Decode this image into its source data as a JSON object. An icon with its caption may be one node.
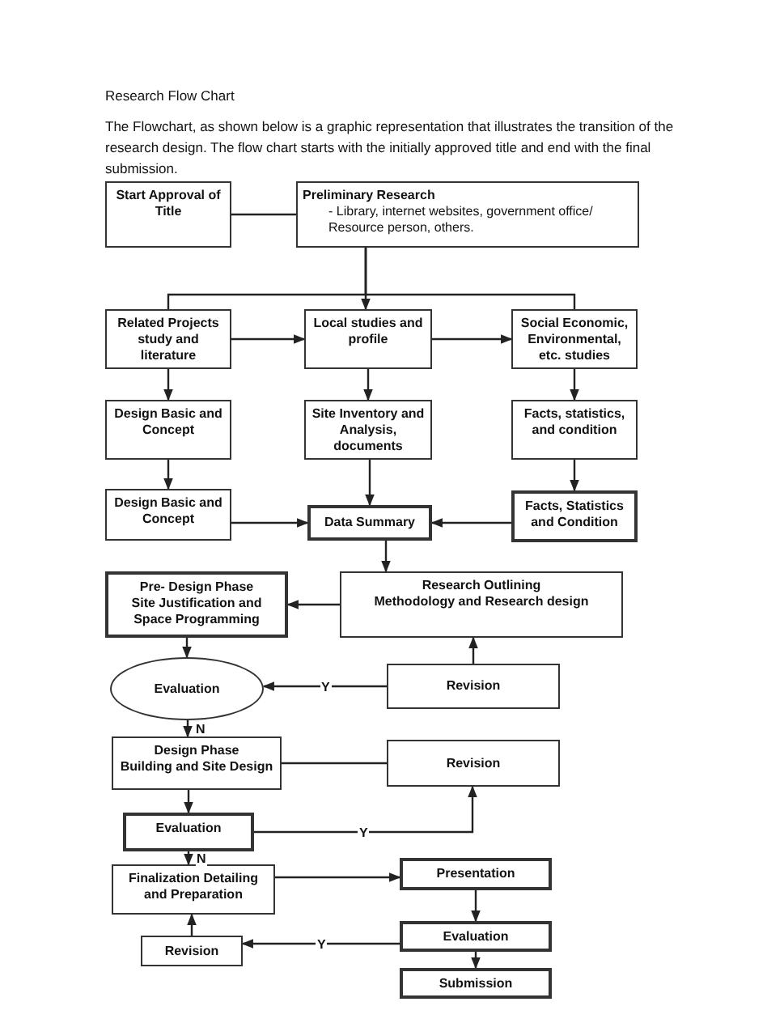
{
  "diagram": {
    "title": "Research Flow Chart",
    "nodes": [
      {
        "text": [
          "Start Approval of Title"
        ]
      },
      {
        "text": [
          "Preliminary Research",
          "- Library, internet websites, government office/ Resource person, others."
        ]
      },
      {
        "text": [
          "Related Projects study and literature"
        ]
      },
      {
        "text": [
          "Local studies and profile"
        ]
      },
      {
        "text": [
          "Social Economic, Environmental, etc. studies"
        ]
      },
      {
        "text": [
          "Design Basic and Concept"
        ]
      },
      {
        "text": [
          "Site Inventory and Analysis, documents"
        ]
      },
      {
        "text": [
          "Facts, statistics, and condition"
        ]
      },
      {
        "text": [
          "Design Basic and Concept"
        ]
      },
      {
        "text": [
          "Data Summary"
        ]
      },
      {
        "text": [
          "Facts, Statistics and Condition"
        ]
      },
      {
        "text": [
          "Pre- Design Phase",
          "Site Justification and Space Programming"
        ]
      },
      {
        "text": [
          "Research Outlining",
          "Methodology and Research design"
        ]
      },
      {
        "text": [
          "Evaluation"
        ]
      },
      {
        "text": [
          "Revision"
        ]
      },
      {
        "text": [
          "Design Phase",
          "Building and Site Design"
        ]
      },
      {
        "text": [
          "Revision"
        ]
      },
      {
        "text": [
          "Evaluation"
        ]
      },
      {
        "text": [
          "Finalization Detailing and Preparation"
        ]
      },
      {
        "text": [
          "Presentation"
        ]
      },
      {
        "text": [
          "Evaluation"
        ]
      },
      {
        "text": [
          "Submission"
        ]
      },
      {
        "text": [
          "Revision"
        ]
      }
    ],
    "edges": [
      {
        "from": 0,
        "to": 1,
        "arrow": "none"
      },
      {
        "from": 1,
        "to": 2,
        "arrow": "none"
      },
      {
        "from": 1,
        "to": 3,
        "arrow": "to"
      },
      {
        "from": 1,
        "to": 4,
        "arrow": "none"
      },
      {
        "from": 2,
        "to": 3,
        "arrow": "to"
      },
      {
        "from": 3,
        "to": 4,
        "arrow": "to"
      },
      {
        "from": 2,
        "to": 5,
        "arrow": "to"
      },
      {
        "from": 3,
        "to": 6,
        "arrow": "to"
      },
      {
        "from": 4,
        "to": 7,
        "arrow": "to"
      },
      {
        "from": 5,
        "to": 8,
        "arrow": "to"
      },
      {
        "from": 6,
        "to": 9,
        "arrow": "to"
      },
      {
        "from": 7,
        "to": 10,
        "arrow": "to"
      },
      {
        "from": 8,
        "to": 9,
        "arrow": "to"
      },
      {
        "from": 10,
        "to": 9,
        "arrow": "to"
      },
      {
        "from": 9,
        "to": 12,
        "arrow": "to"
      },
      {
        "from": 12,
        "to": 11,
        "arrow": "to"
      },
      {
        "from": 11,
        "to": 13,
        "arrow": "to"
      },
      {
        "from": 14,
        "to": 12,
        "arrow": "to"
      },
      {
        "from": 14,
        "to": 13,
        "arrow": "to",
        "label": "Y"
      },
      {
        "from": 13,
        "to": 15,
        "arrow": "to",
        "label": "N"
      },
      {
        "from": 15,
        "to": 16,
        "arrow": "none"
      },
      {
        "from": 15,
        "to": 17,
        "arrow": "to"
      },
      {
        "from": 17,
        "to": 16,
        "arrow": "to",
        "label": "Y"
      },
      {
        "from": 17,
        "to": 18,
        "arrow": "to",
        "label": "N"
      },
      {
        "from": 18,
        "to": 19,
        "arrow": "to"
      },
      {
        "from": 19,
        "to": 20,
        "arrow": "to"
      },
      {
        "from": 20,
        "to": 21,
        "arrow": "to"
      },
      {
        "from": 20,
        "to": 22,
        "arrow": "to",
        "label": "Y"
      },
      {
        "from": 22,
        "to": 18,
        "arrow": "to"
      }
    ],
    "labels": [
      "The Flowchart, as shown below is a graphic representation that illustrates the transition of the research design. The flow chart starts with the initially approved title and end with the final submission."
    ]
  }
}
